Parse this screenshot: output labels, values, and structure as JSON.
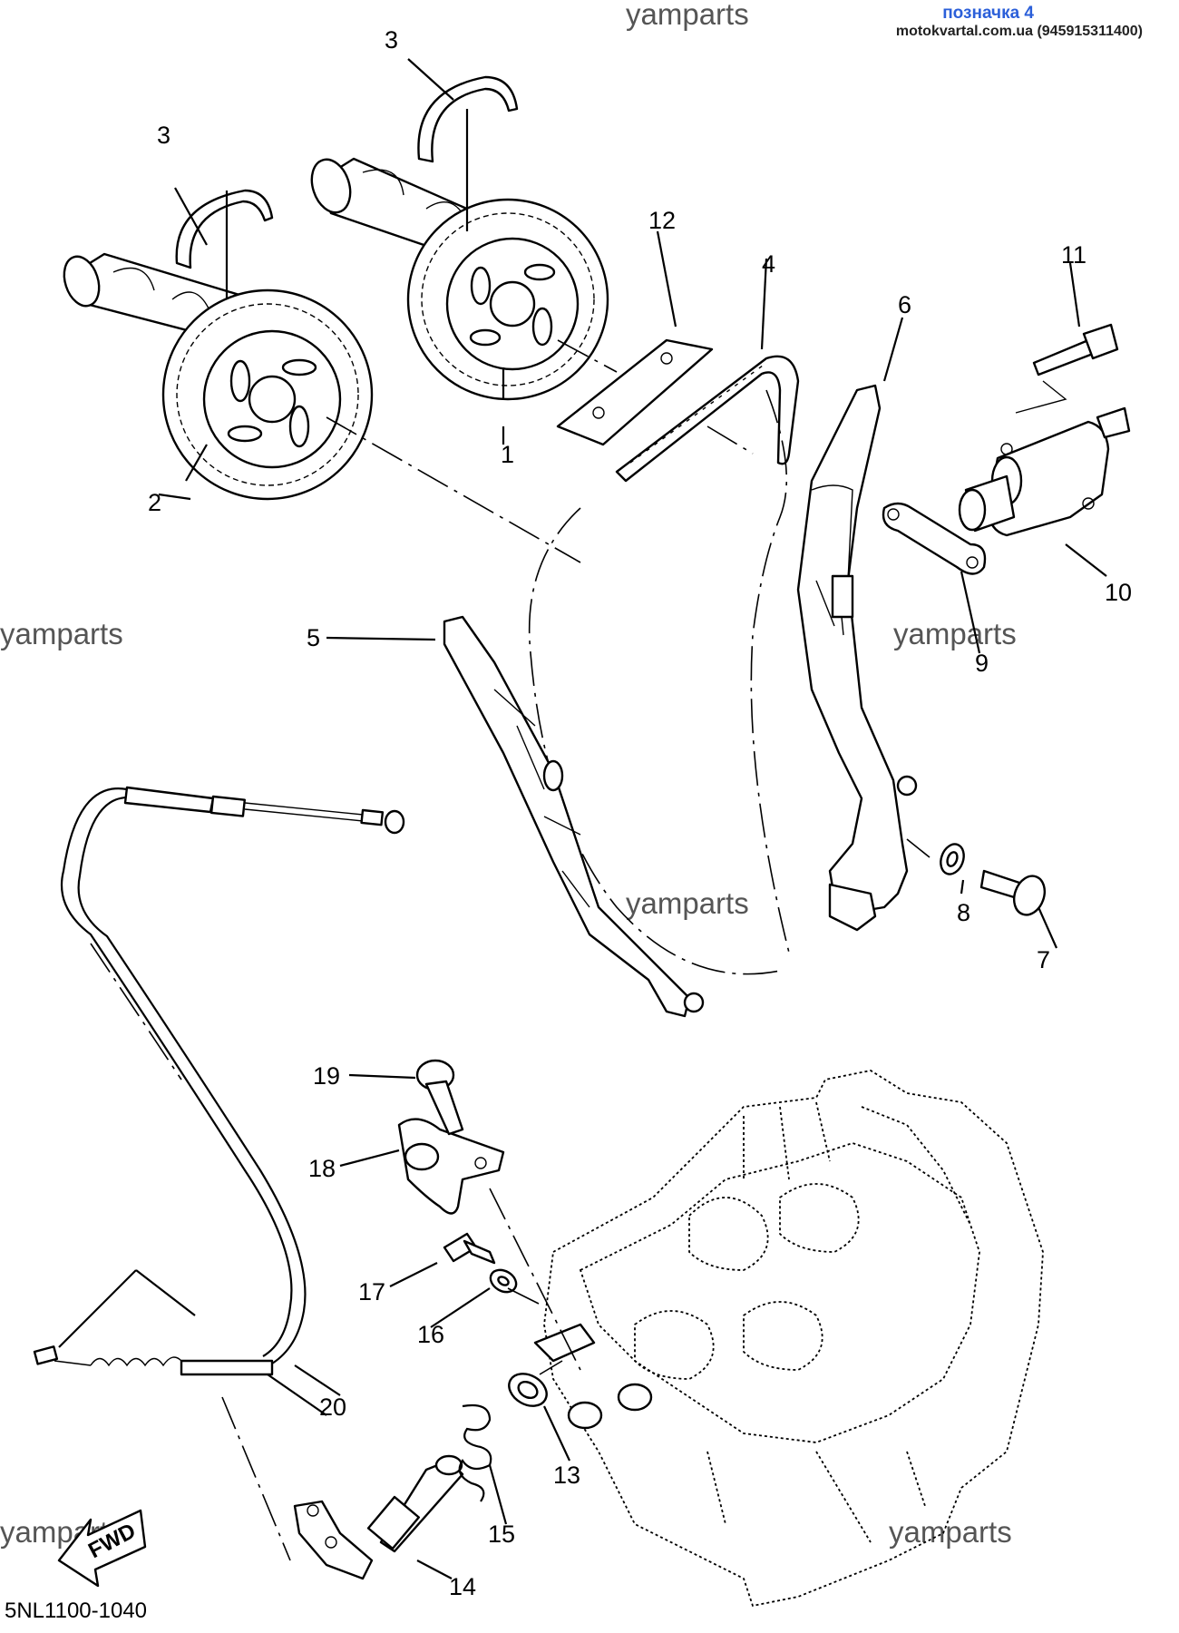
{
  "header": {
    "watermark_top": "yamparts",
    "tag": "позначка 4",
    "site": "motokvartal.com.ua (945915311400)"
  },
  "watermarks": [
    "yamparts",
    "yamparts",
    "yamparts",
    "yamparts",
    "yamparts"
  ],
  "catalog_code": "5NL1100-1040",
  "fwd_label": "FWD",
  "callouts": {
    "c1": "1",
    "c2": "2",
    "c3a": "3",
    "c3b": "3",
    "c4": "4",
    "c5": "5",
    "c6": "6",
    "c7": "7",
    "c8": "8",
    "c9": "9",
    "c10": "10",
    "c11": "11",
    "c12": "12",
    "c13": "13",
    "c14": "14",
    "c15": "15",
    "c16": "16",
    "c17": "17",
    "c18": "18",
    "c19": "19",
    "c20": "20"
  }
}
